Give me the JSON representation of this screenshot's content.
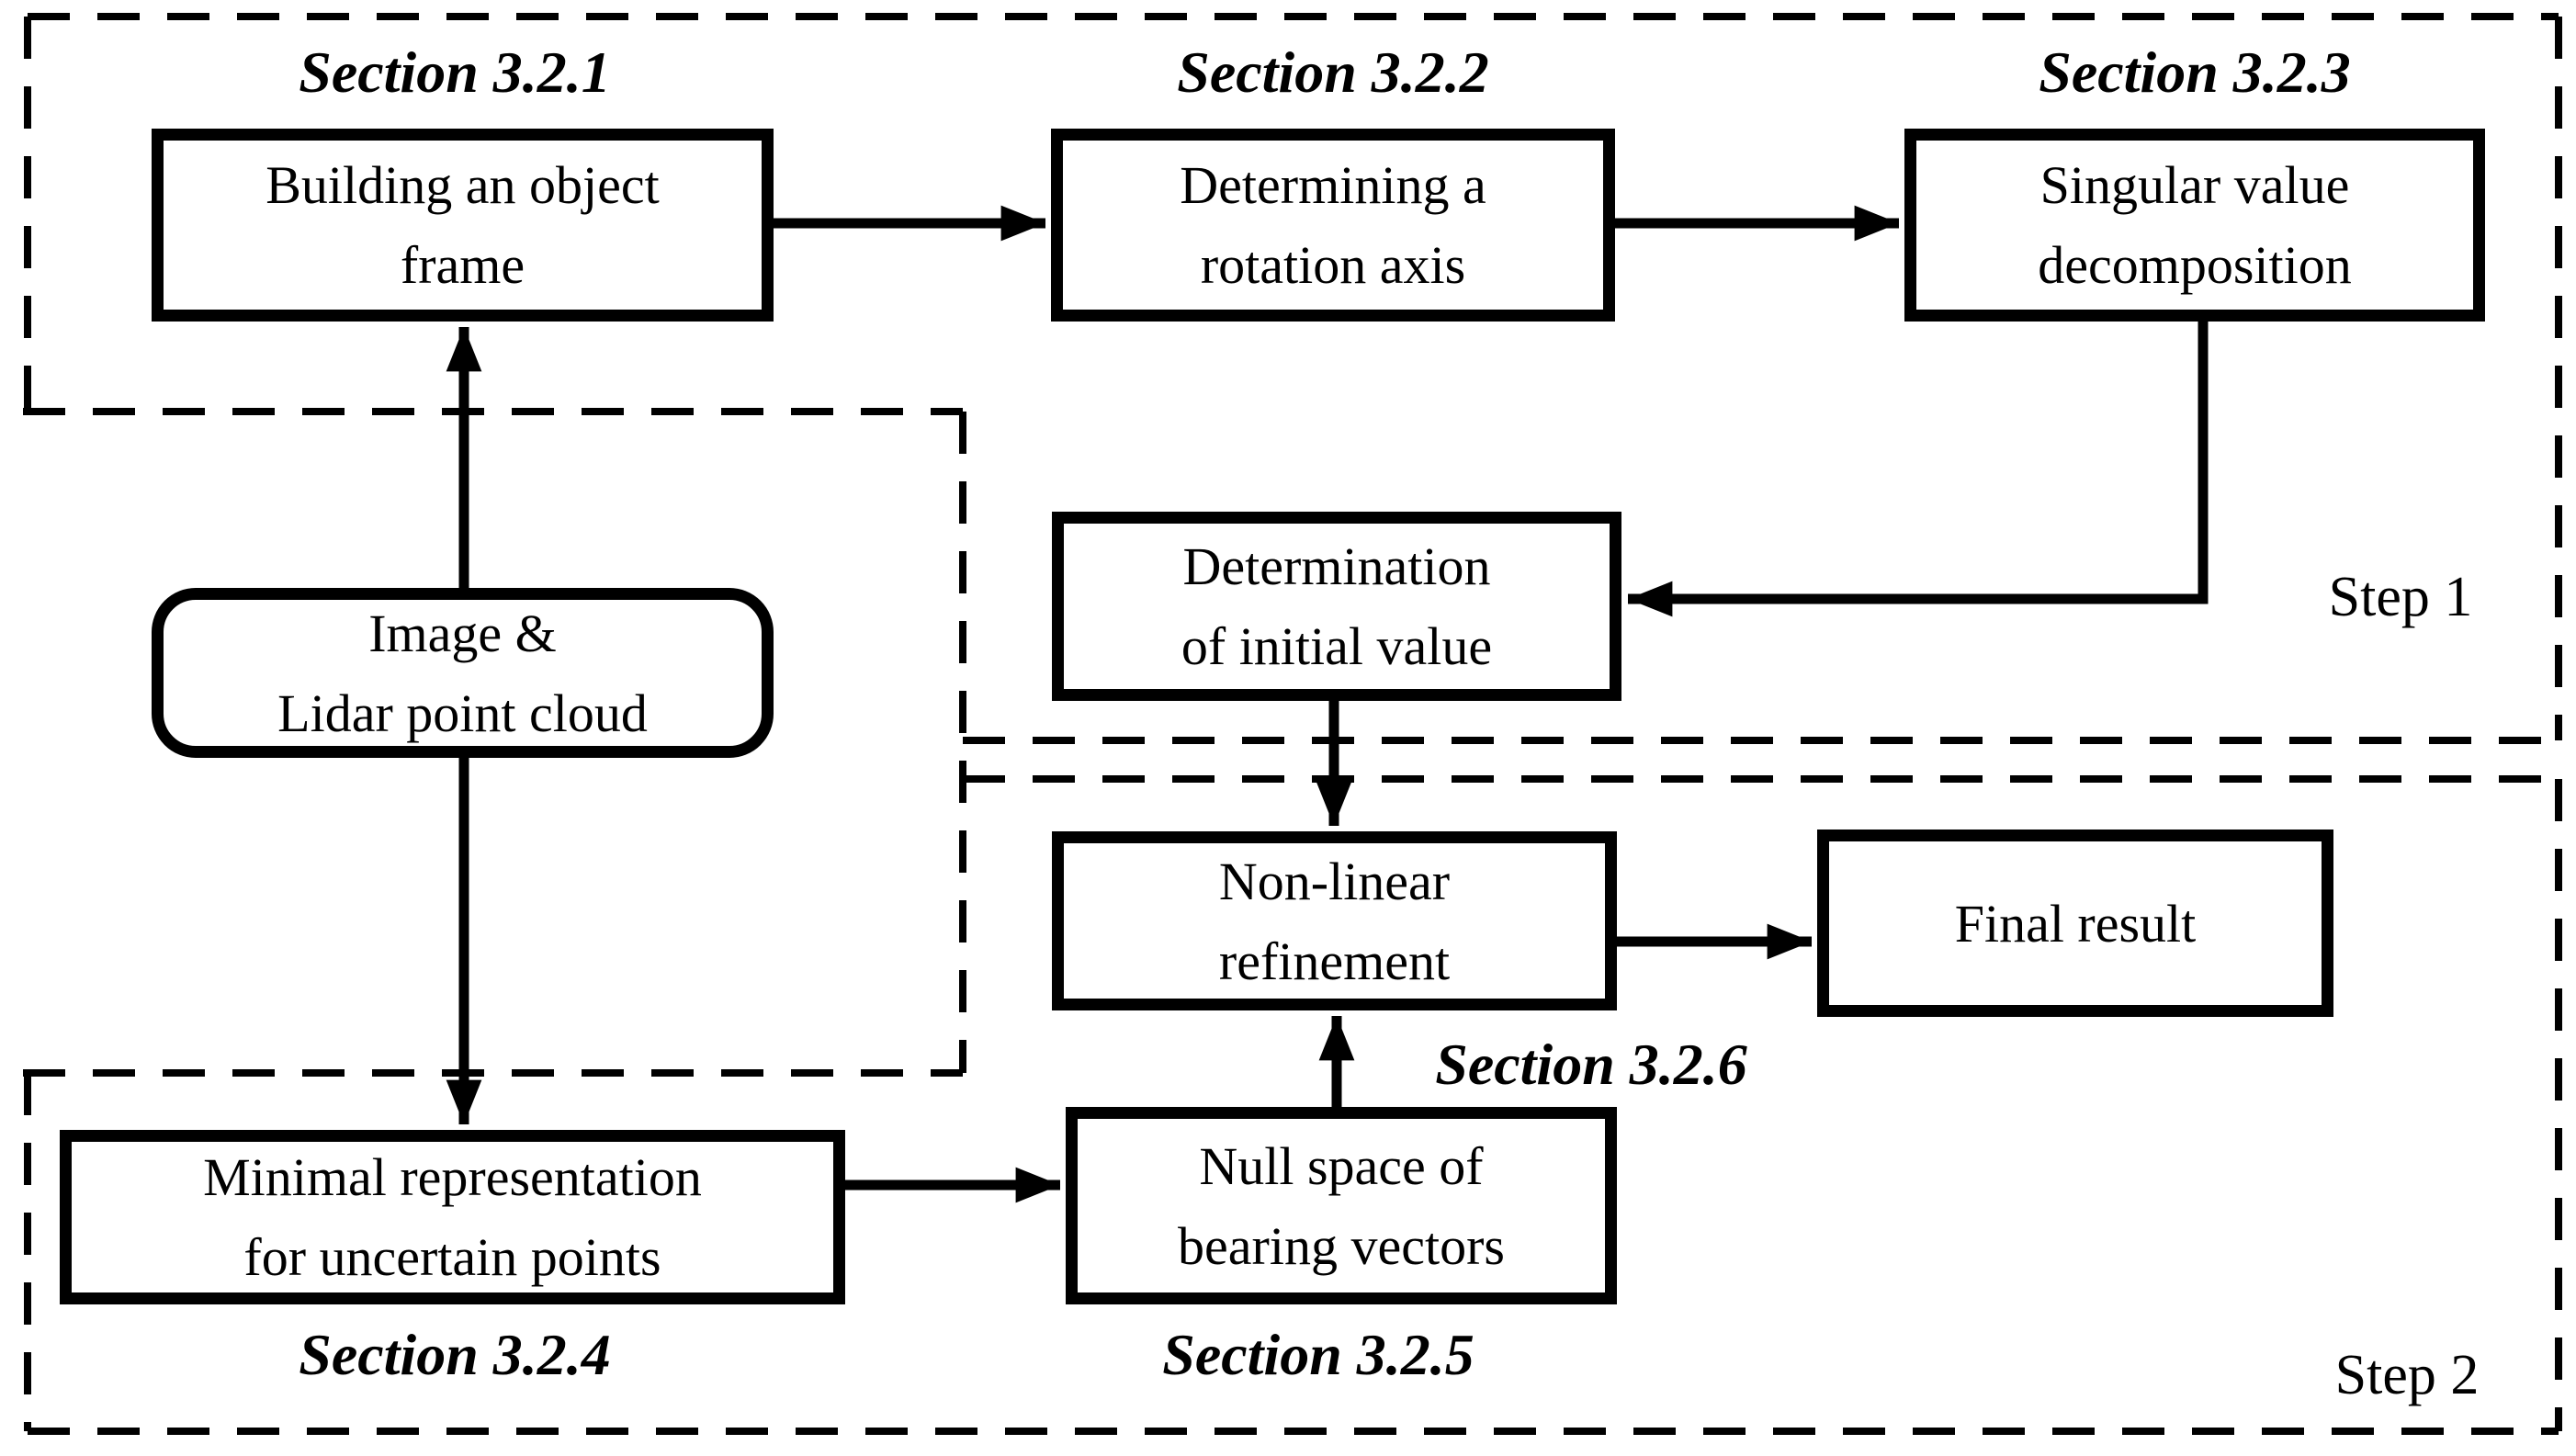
{
  "diagram": {
    "title_implicit": "Method pipeline flowchart",
    "colors": {
      "background": "#ffffff",
      "line": "#000000",
      "text": "#000000"
    },
    "section_labels": {
      "s321": "Section 3.2.1",
      "s322": "Section 3.2.2",
      "s323": "Section 3.2.3",
      "s324": "Section 3.2.4",
      "s325": "Section 3.2.5",
      "s326": "Section 3.2.6"
    },
    "step_labels": {
      "step1": "Step 1",
      "step2": "Step 2"
    },
    "boxes": {
      "building": {
        "line1": "Building an object",
        "line2": "frame"
      },
      "determining": {
        "line1": "Determining a",
        "line2": "rotation axis"
      },
      "svd": {
        "line1": "Singular value",
        "line2": "decomposition"
      },
      "initial": {
        "line1": "Determination",
        "line2": "of initial value"
      },
      "input": {
        "line1": "Image &",
        "line2": "Lidar point cloud"
      },
      "nonlinear": {
        "line1": "Non-linear",
        "line2": "refinement"
      },
      "final": {
        "line1": "Final result"
      },
      "nullspace": {
        "line1": "Null space of",
        "line2": "bearing vectors"
      },
      "minimal": {
        "line1": "Minimal representation",
        "line2": "for uncertain points"
      }
    },
    "edges": [
      "building -> determining",
      "determining -> svd",
      "svd -> initial",
      "initial -> nonlinear",
      "nonlinear -> final",
      "nullspace -> nonlinear",
      "minimal -> nullspace",
      "input -> building",
      "input -> minimal"
    ]
  }
}
